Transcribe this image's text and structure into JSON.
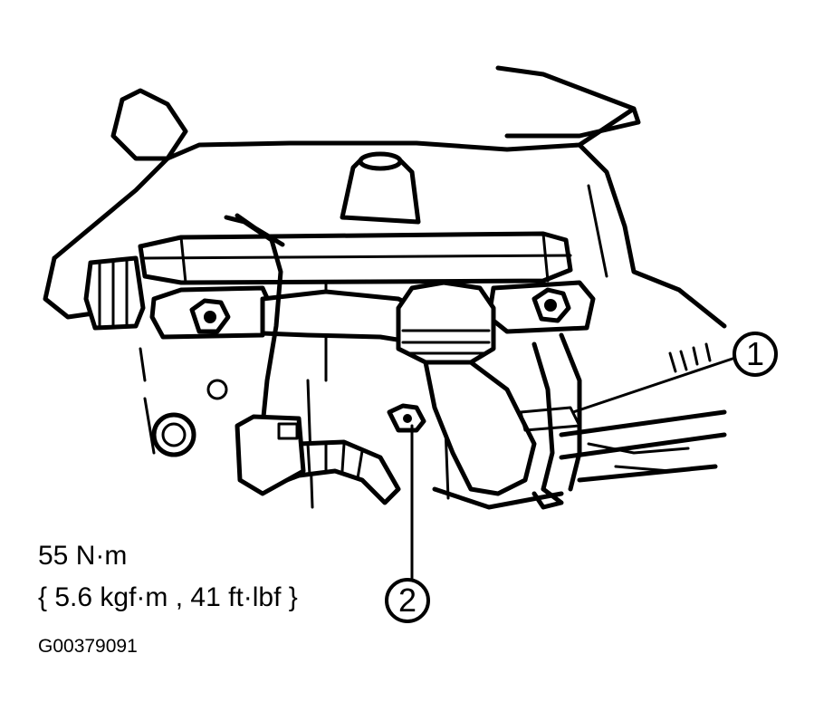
{
  "figure": {
    "torque_nm": "55 N·m",
    "torque_alt": "{ 5.6 kgf·m , 41 ft·lbf }",
    "figure_id": "G00379091"
  },
  "callouts": {
    "one": "1",
    "two": "2"
  },
  "colors": {
    "ink": "#000000",
    "paper": "#ffffff"
  }
}
